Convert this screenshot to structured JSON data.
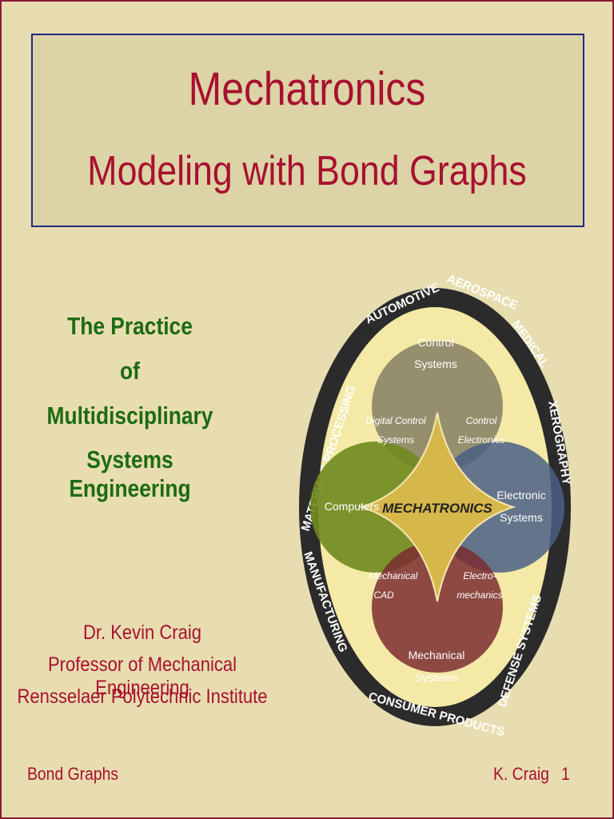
{
  "slide": {
    "title": "Mechatronics",
    "subtitle": "Modeling with Bond Graphs",
    "practice_lines": [
      "The Practice",
      "of",
      "Multidisciplinary",
      "Systems Engineering"
    ],
    "author": {
      "name": "Dr. Kevin Craig",
      "position": "Professor of Mechanical Engineering",
      "institution": "Rensselaer Polytechnic Institute"
    },
    "footer": {
      "left": "Bond Graphs",
      "right": "K. Craig",
      "page": "1"
    }
  },
  "diagram": {
    "center": "MECHATRONICS",
    "circles": {
      "control": [
        "Control",
        "Systems"
      ],
      "computers": [
        "Computers"
      ],
      "electronic": [
        "Electronic",
        "Systems"
      ],
      "mechanical": [
        "Mechanical",
        "Systems"
      ]
    },
    "overlaps": {
      "digital_control": [
        "Digital Control",
        "Systems"
      ],
      "control_electronics": [
        "Control",
        "Electronics"
      ],
      "mechanical_cad": [
        "Mechanical",
        "CAD"
      ],
      "electromechanics": [
        "Electro-",
        "mechanics"
      ]
    },
    "ring_labels": [
      "AUTOMOTIVE",
      "AEROSPACE",
      "MEDICAL",
      "XEROGRAPHY",
      "DEFENSE SYSTEMS",
      "CONSUMER PRODUCTS",
      "MANUFACTURING",
      "MATERIALS PROCESSING"
    ],
    "colors": {
      "control": "#8c8568",
      "computers": "#6f8a1f",
      "electronic": "#4a5f85",
      "mechanical": "#7a2d30",
      "center": "#d6b74a",
      "outer_ring": "#2b2b2b",
      "inner_ring": "#f4e9a6"
    }
  }
}
